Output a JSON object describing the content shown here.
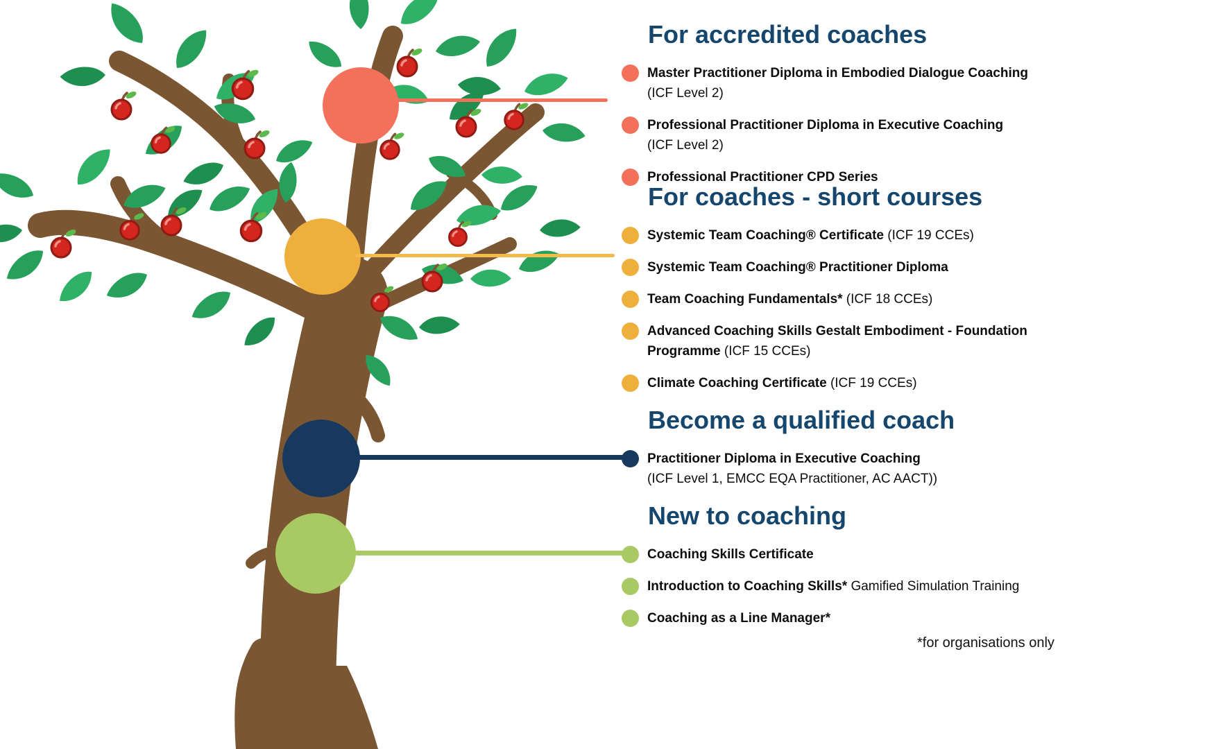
{
  "palette": {
    "heading": "#15466E",
    "coral": "#F3715B",
    "gold": "#EFAF3C",
    "navy": "#17395E",
    "green": "#A9C964",
    "trunk_brown": "#7B5633",
    "leaf_green": "#26A05B",
    "apple_red": "#D3261F"
  },
  "tree": {
    "nodes": [
      {
        "id": "accredited",
        "color": "#F3715B"
      },
      {
        "id": "short-courses",
        "color": "#EFAF3C"
      },
      {
        "id": "qualified",
        "color": "#17395E"
      },
      {
        "id": "new-to-coaching",
        "color": "#A9C964"
      }
    ]
  },
  "sections": [
    {
      "title": "For accredited coaches",
      "color": "#F3715B",
      "items": [
        {
          "bold": "Master Practitioner Diploma in Embodied Dialogue Coaching",
          "regular": " (ICF Level 2)"
        },
        {
          "bold": "Professional Practitioner Diploma in Executive Coaching",
          "regular": "(ICF Level 2)"
        },
        {
          "bold": "Professional Practitioner CPD Series",
          "regular": ""
        }
      ]
    },
    {
      "title": "For coaches - short courses",
      "color": "#EFAF3C",
      "items": [
        {
          "bold": "Systemic Team Coaching® Certificate",
          "regular": " (ICF 19 CCEs)"
        },
        {
          "bold": "Systemic Team Coaching® Practitioner Diploma",
          "regular": ""
        },
        {
          "bold": "Team Coaching Fundamentals*",
          "regular": " (ICF 18 CCEs)"
        },
        {
          "bold": "Advanced Coaching Skills Gestalt Embodiment - Foundation Programme",
          "regular": " (ICF 15 CCEs)"
        },
        {
          "bold": "Climate Coaching Certificate",
          "regular": " (ICF 19 CCEs)"
        }
      ]
    },
    {
      "title": "Become a qualified coach",
      "color": "#17395E",
      "items": [
        {
          "bold": "Practitioner Diploma in Executive Coaching",
          "regular": "(ICF Level 1, EMCC EQA Practitioner, AC AACT))"
        }
      ]
    },
    {
      "title": "New to coaching",
      "color": "#A9C964",
      "items": [
        {
          "bold": "Coaching Skills Certificate",
          "regular": ""
        },
        {
          "bold": "Introduction to Coaching Skills*",
          "regular": " Gamified Simulation Training"
        },
        {
          "bold": "Coaching as a Line Manager*",
          "regular": ""
        }
      ]
    }
  ],
  "footnote": "*for organisations only"
}
